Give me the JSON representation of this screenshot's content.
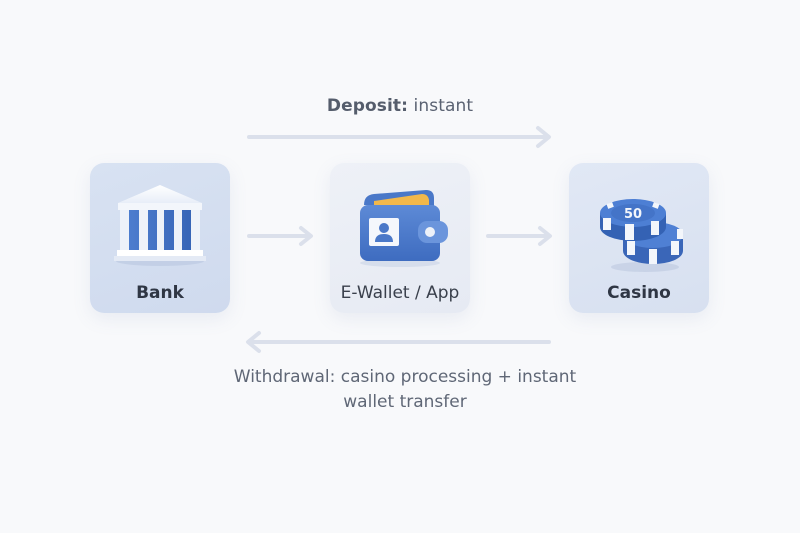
{
  "diagram": {
    "deposit_label": {
      "bold": "Deposit:",
      "rest": " instant"
    },
    "withdrawal_label": {
      "line1": "Withdrawal: casino processing + instant",
      "line2": "wallet transfer"
    },
    "nodes": [
      {
        "label": "Bank",
        "icon": "bank-building-icon"
      },
      {
        "label": "E-Wallet / App",
        "icon": "wallet-icon"
      },
      {
        "label": "Casino",
        "icon": "casino-chips-icon",
        "chip_value": "50"
      }
    ],
    "arrows": [
      {
        "from": "Bank",
        "to": "Casino",
        "direction": "right",
        "meaning": "deposit"
      },
      {
        "from": "Bank",
        "to": "E-Wallet / App",
        "direction": "right"
      },
      {
        "from": "E-Wallet / App",
        "to": "Casino",
        "direction": "right"
      },
      {
        "from": "Casino",
        "to": "Bank",
        "direction": "left",
        "meaning": "withdrawal"
      }
    ],
    "colors": {
      "background": "#f8f9fb",
      "arrow": "#d9deea",
      "accent_blue": "#3f6fc4",
      "text": "#5a6272"
    }
  }
}
